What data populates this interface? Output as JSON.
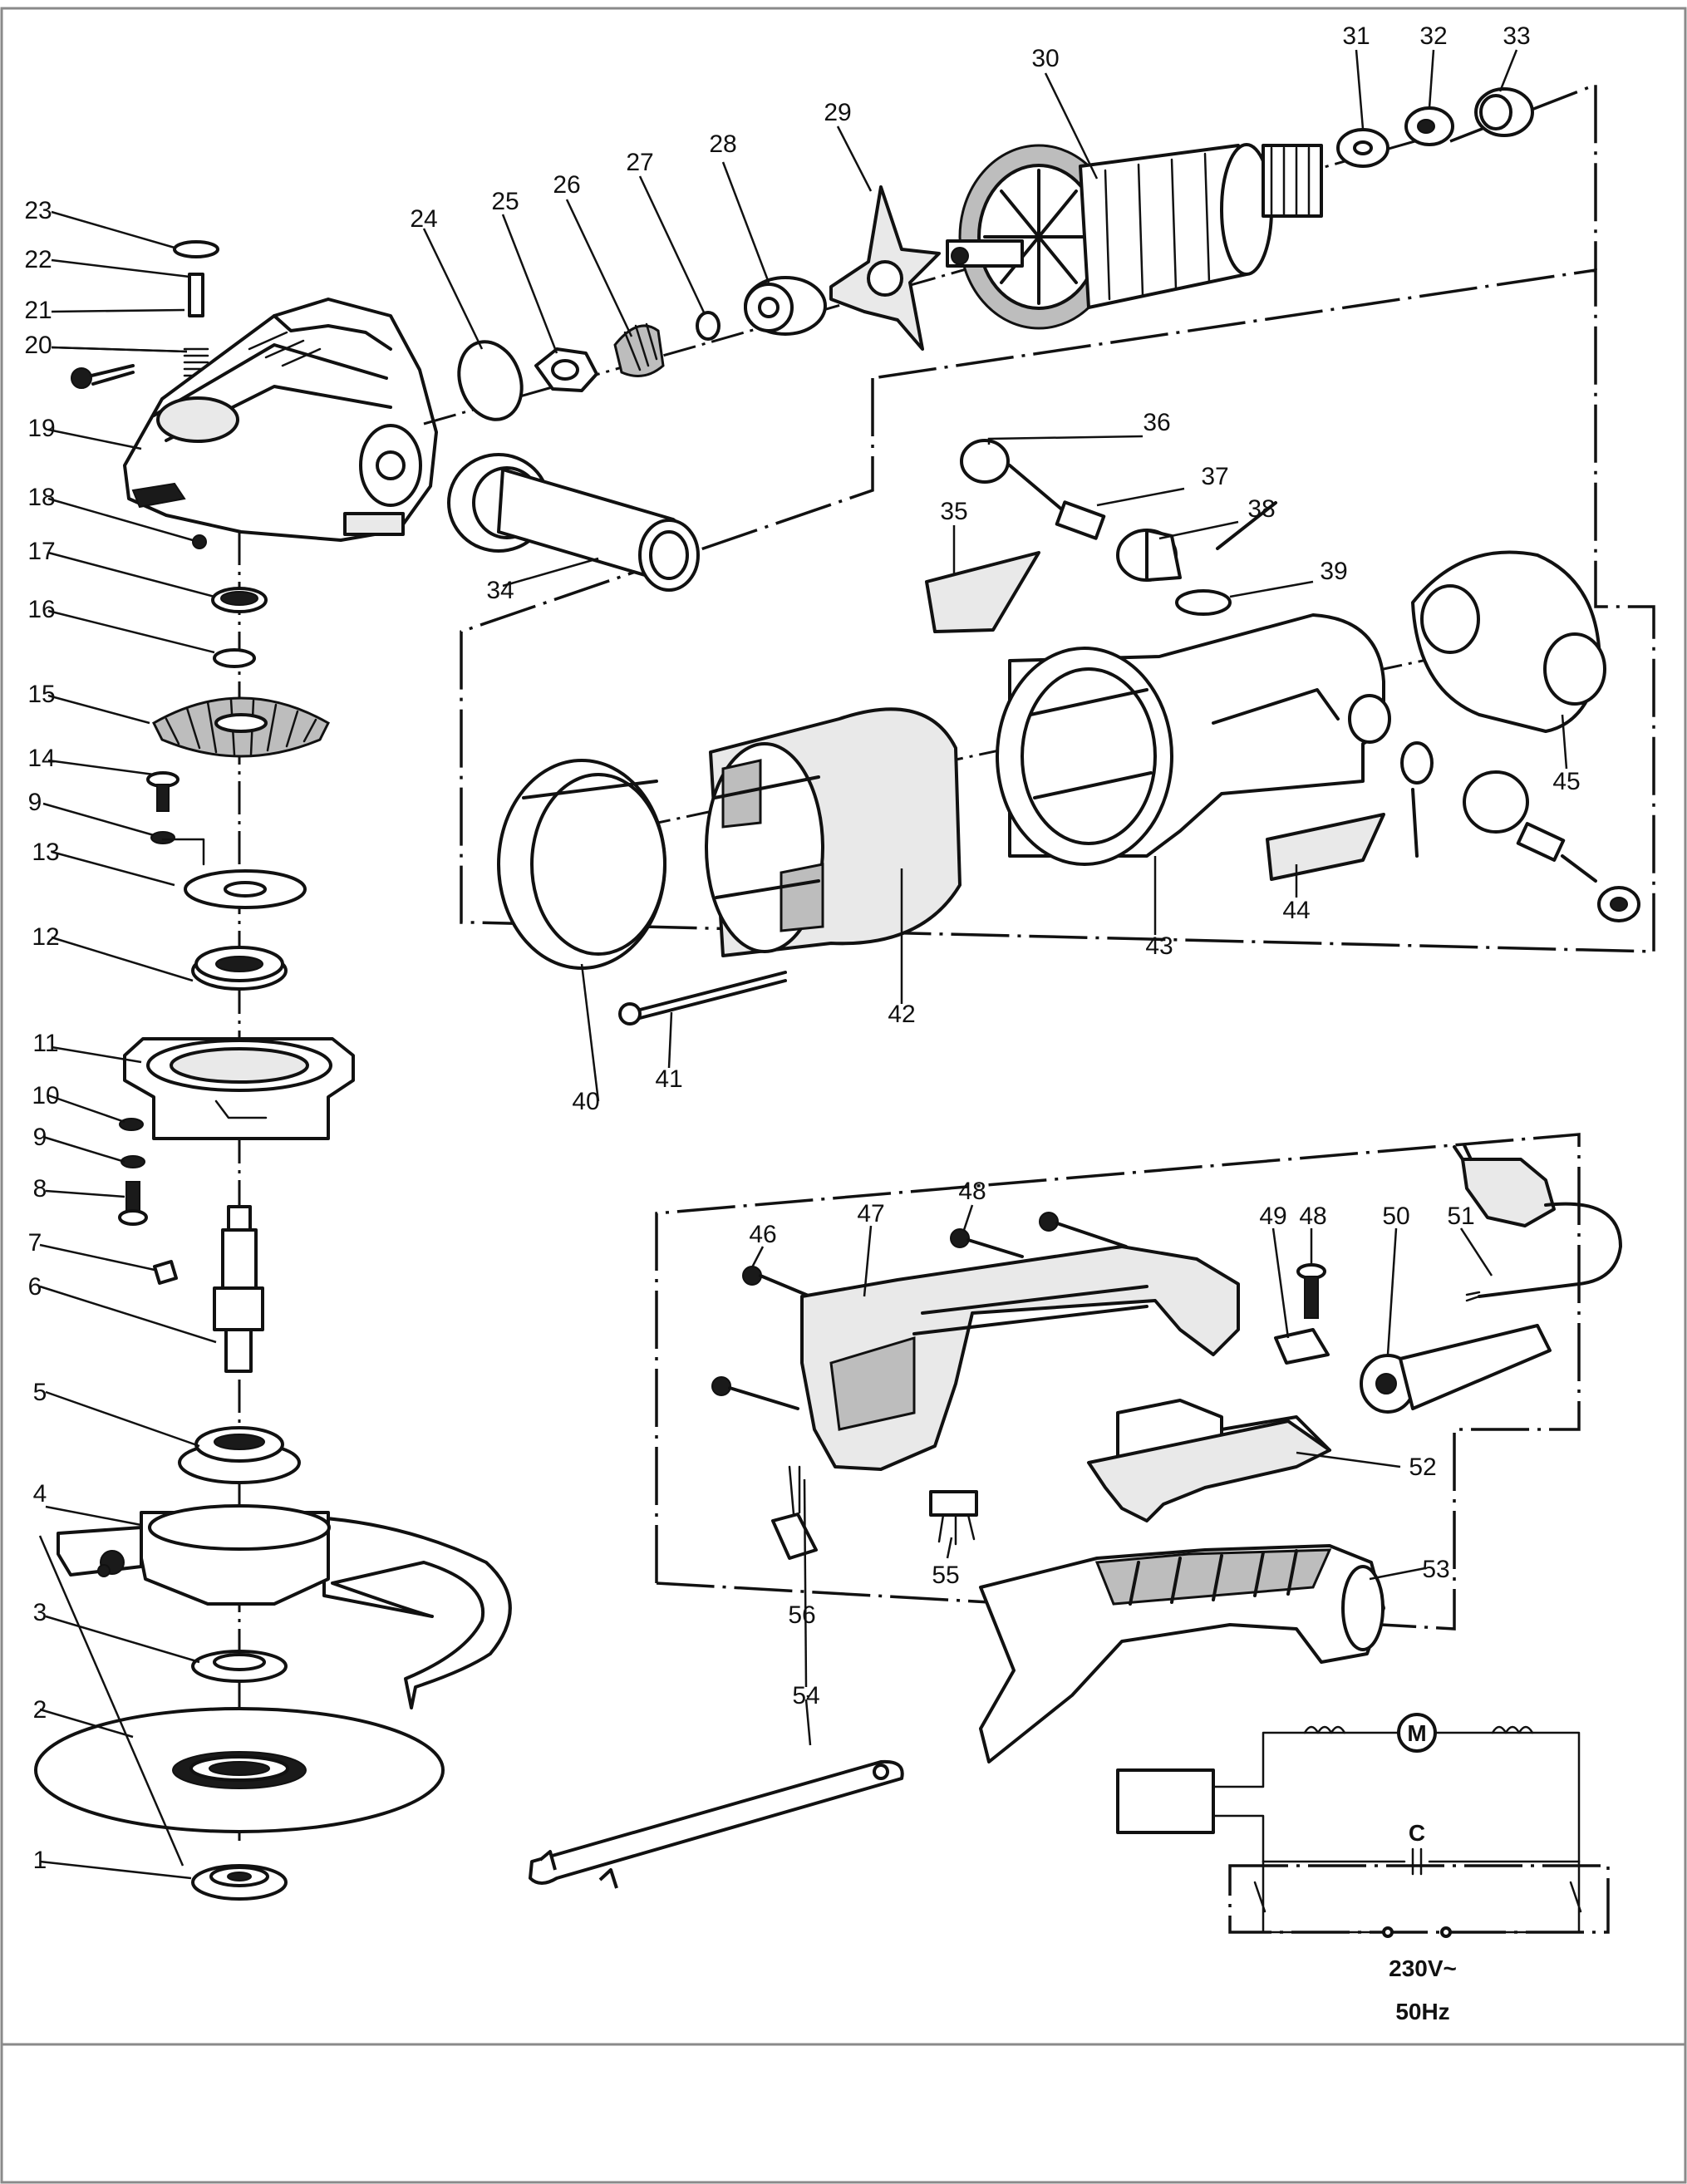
{
  "diagram": {
    "parts": {
      "p1": "1",
      "p2": "2",
      "p3": "3",
      "p4": "4",
      "p5": "5",
      "p6": "6",
      "p7": "7",
      "p8": "8",
      "p9": "9",
      "p10": "10",
      "p11": "11",
      "p12": "12",
      "p13": "13",
      "p14": "14",
      "p15": "15",
      "p16": "16",
      "p17": "17",
      "p18": "18",
      "p19": "19",
      "p20": "20",
      "p21": "21",
      "p22": "22",
      "p23": "23",
      "p24": "24",
      "p25": "25",
      "p26": "26",
      "p27": "27",
      "p28": "28",
      "p29": "29",
      "p30": "30",
      "p31": "31",
      "p32": "32",
      "p33": "33",
      "p34": "34",
      "p35": "35",
      "p36": "36",
      "p37": "37",
      "p38": "38",
      "p39": "39",
      "p40": "40",
      "p41": "41",
      "p42": "42",
      "p43": "43",
      "p44": "44",
      "p45": "45",
      "p46": "46",
      "p47": "47",
      "p48": "48",
      "p49": "49",
      "p50": "50",
      "p51": "51",
      "p52": "52",
      "p53": "53",
      "p54": "54",
      "p55": "55",
      "p56": "56"
    },
    "circuit": {
      "capacitor": "C",
      "motor": "M",
      "voltage": "230V~",
      "frequency": "50Hz"
    }
  }
}
